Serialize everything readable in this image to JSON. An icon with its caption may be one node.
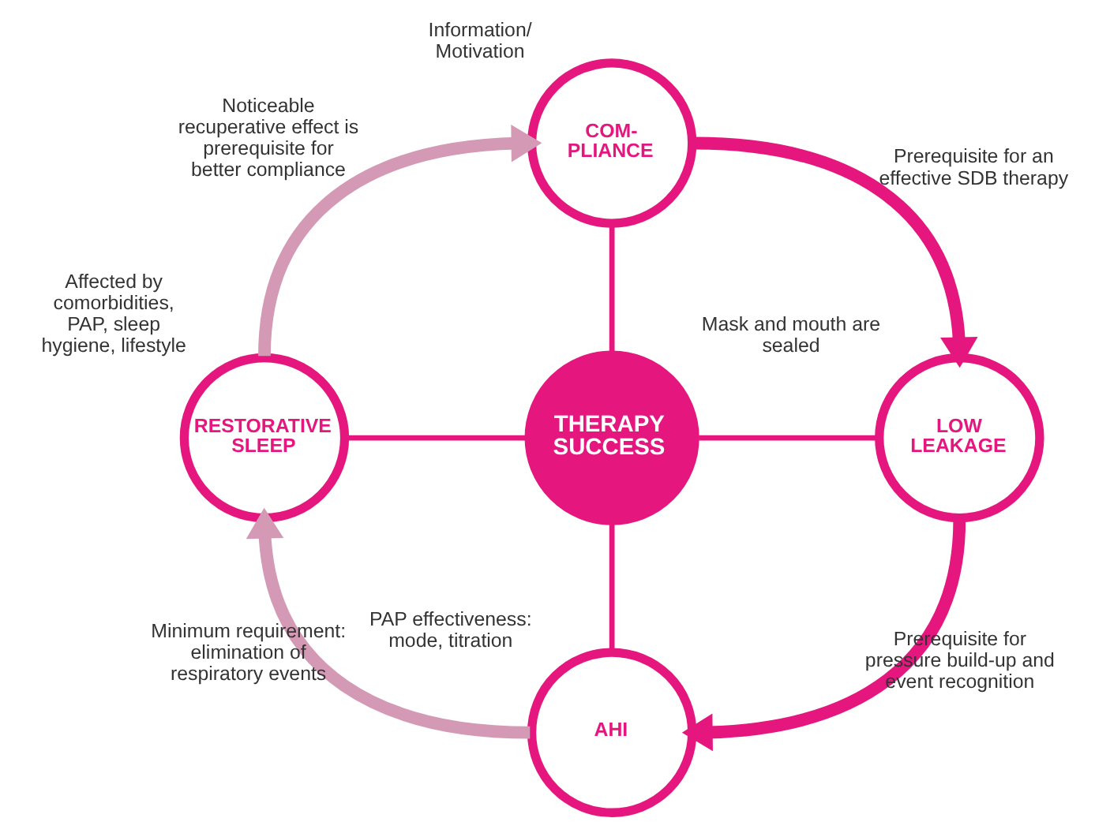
{
  "diagram": {
    "nodes": [
      {
        "text": [
          "COM- PLIANCE"
        ],
        "beside": [
          "Information/ Motivation"
        ]
      },
      {
        "text": [
          "RESTORATIVE SLEEP"
        ],
        "beside": [
          "Affected by comorbidities, PAP, sleep hygiene, lifestyle"
        ]
      },
      {
        "text": [
          "THERAPY SUCCESS"
        ]
      },
      {
        "text": [
          "LOW LEAKAGE"
        ],
        "beside": [
          "Mask and mouth are sealed"
        ]
      },
      {
        "text": [
          "AHI"
        ],
        "beside": [
          "PAP effectiveness: mode, titration"
        ]
      }
    ],
    "edges": [
      {
        "from": 0,
        "to": 2,
        "arrow": "none",
        "color": "#e5177e"
      },
      {
        "from": 1,
        "to": 2,
        "arrow": "none",
        "color": "#e5177e"
      },
      {
        "from": 2,
        "to": 3,
        "arrow": "none",
        "color": "#e5177e"
      },
      {
        "from": 2,
        "to": 4,
        "arrow": "none",
        "color": "#e5177e"
      },
      {
        "from": 0,
        "to": 3,
        "arrow": "to",
        "style": "thick",
        "color": "#e5177e",
        "label": "Prerequisite for an effective SDB therapy"
      },
      {
        "from": 3,
        "to": 4,
        "arrow": "to",
        "style": "thick",
        "color": "#e5177e",
        "label": "Prerequisite for pressure build-up and event recognition"
      },
      {
        "from": 4,
        "to": 1,
        "arrow": "to",
        "style": "thick",
        "color": "#d49ab5",
        "label": "Minimum requirement: elimination of respiratory events"
      },
      {
        "from": 1,
        "to": 0,
        "arrow": "to",
        "style": "thick",
        "color": "#d49ab5",
        "label": "Noticeable recuperative effect is prerequisite for better compliance"
      }
    ]
  }
}
